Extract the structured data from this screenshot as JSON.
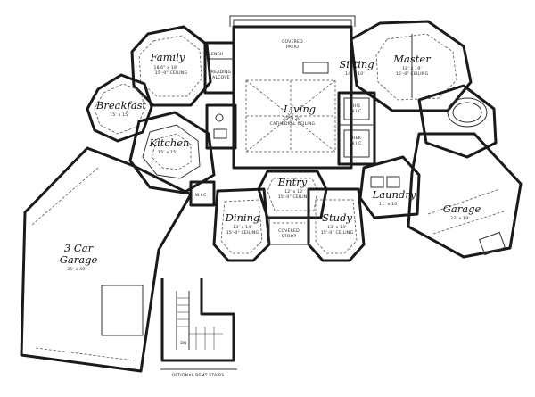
{
  "rooms": {
    "family": {
      "name": "Family",
      "size": "18'6\" x 18'",
      "ceiling": "15'-0\" CEILING"
    },
    "breakfast": {
      "name": "Breakfast",
      "size": "15' x 15'"
    },
    "kitchen": {
      "name": "Kitchen",
      "size": "15' x 15'"
    },
    "living": {
      "name": "Living",
      "size": "25' x 20'",
      "ceiling": "CATHEDRAL CEILING"
    },
    "sitting": {
      "name": "Sitting",
      "size": "14' x 10'"
    },
    "master": {
      "name": "Master",
      "size": "18' x 19'",
      "ceiling": "15'-0\" CEILING"
    },
    "entry": {
      "name": "Entry",
      "size": "12' x 12'",
      "ceiling": "15'-0\" CEILING"
    },
    "dining": {
      "name": "Dining",
      "size": "13' x 14'",
      "ceiling": "15'-0\" CEILING"
    },
    "study": {
      "name": "Study",
      "size": "13' x 14'",
      "ceiling": "15'-0\" CEILING"
    },
    "laundry": {
      "name": "Laundry",
      "size": "11' x 10'"
    },
    "garage_right": {
      "name": "Garage",
      "size": "23' x 19'"
    },
    "garage_left": {
      "name1": "3 Car",
      "name2": "Garage",
      "size": "35' x 40'"
    }
  },
  "small_labels": {
    "covered_patio_1": "COVERED",
    "covered_patio_2": "PATIO",
    "bench": "BENCH",
    "reading_alcove_1": "READING",
    "reading_alcove_2": "ALCOVE",
    "his_wic_1": "HIS",
    "his_wic_2": "W.I.C.",
    "her_wic_1": "HER",
    "her_wic_2": "W.I.C.",
    "wic": "W.I.C.",
    "covered_stoop_1": "COVERED",
    "covered_stoop_2": "STOOP",
    "optional_stairs": "OPTIONAL BSMT STAIRS",
    "dn": "DN"
  }
}
